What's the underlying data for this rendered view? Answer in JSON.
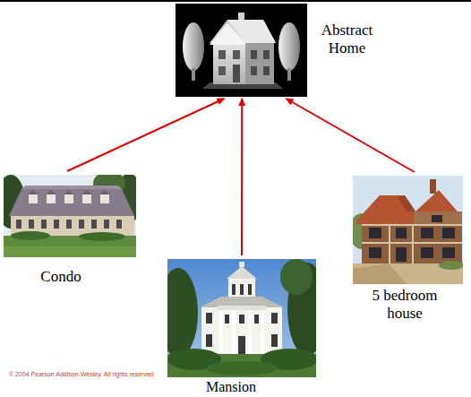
{
  "diagram": {
    "nodes": [
      {
        "text": [
          "Abstract Home"
        ]
      },
      {
        "text": [
          "Condo"
        ]
      },
      {
        "text": [
          "Mansion"
        ]
      },
      {
        "text": [
          "5 bedroom house"
        ]
      }
    ],
    "edges": [
      {
        "from": 1,
        "to": 0,
        "arrow": "to"
      },
      {
        "from": 2,
        "to": 0,
        "arrow": "to"
      },
      {
        "from": 3,
        "to": 0,
        "arrow": "to"
      }
    ],
    "labels": [
      "© 2004 Pearson Addison-Wesley. All rights reserved"
    ]
  }
}
